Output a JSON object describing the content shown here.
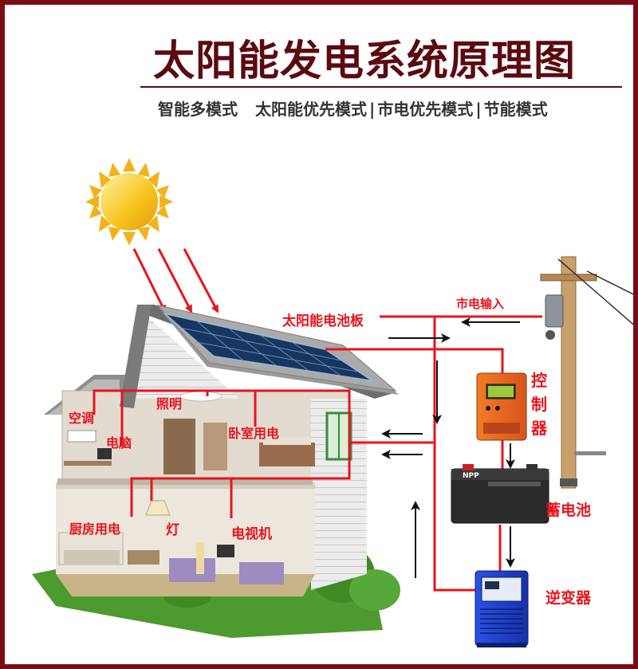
{
  "title": "太阳能发电系统原理图",
  "modes": [
    "智能多模式",
    "太阳能优先模式",
    "市电优先模式",
    "节能模式"
  ],
  "mode_separator": "|",
  "labels": {
    "panel": "太阳能电池板",
    "grid_input": "市电输入",
    "controller": [
      "控",
      "制",
      "器"
    ],
    "battery": "蓄电池",
    "inverter": "逆变器",
    "ac": "空调",
    "computer": "电脑",
    "lighting": "照明",
    "bedroom_power": "卧室用电",
    "kitchen_power": "厨房用电",
    "lamp": "灯",
    "tv": "电视机"
  },
  "device_text": {
    "battery_brand": "NPP"
  },
  "colors": {
    "title": "#5b0a10",
    "frame": "#7a0c16",
    "wire": "#e8141c",
    "controller": "#f06a1c",
    "battery": "#2a2a2a",
    "inverter": "#1e3fd0",
    "sun": "#f6c21a"
  }
}
